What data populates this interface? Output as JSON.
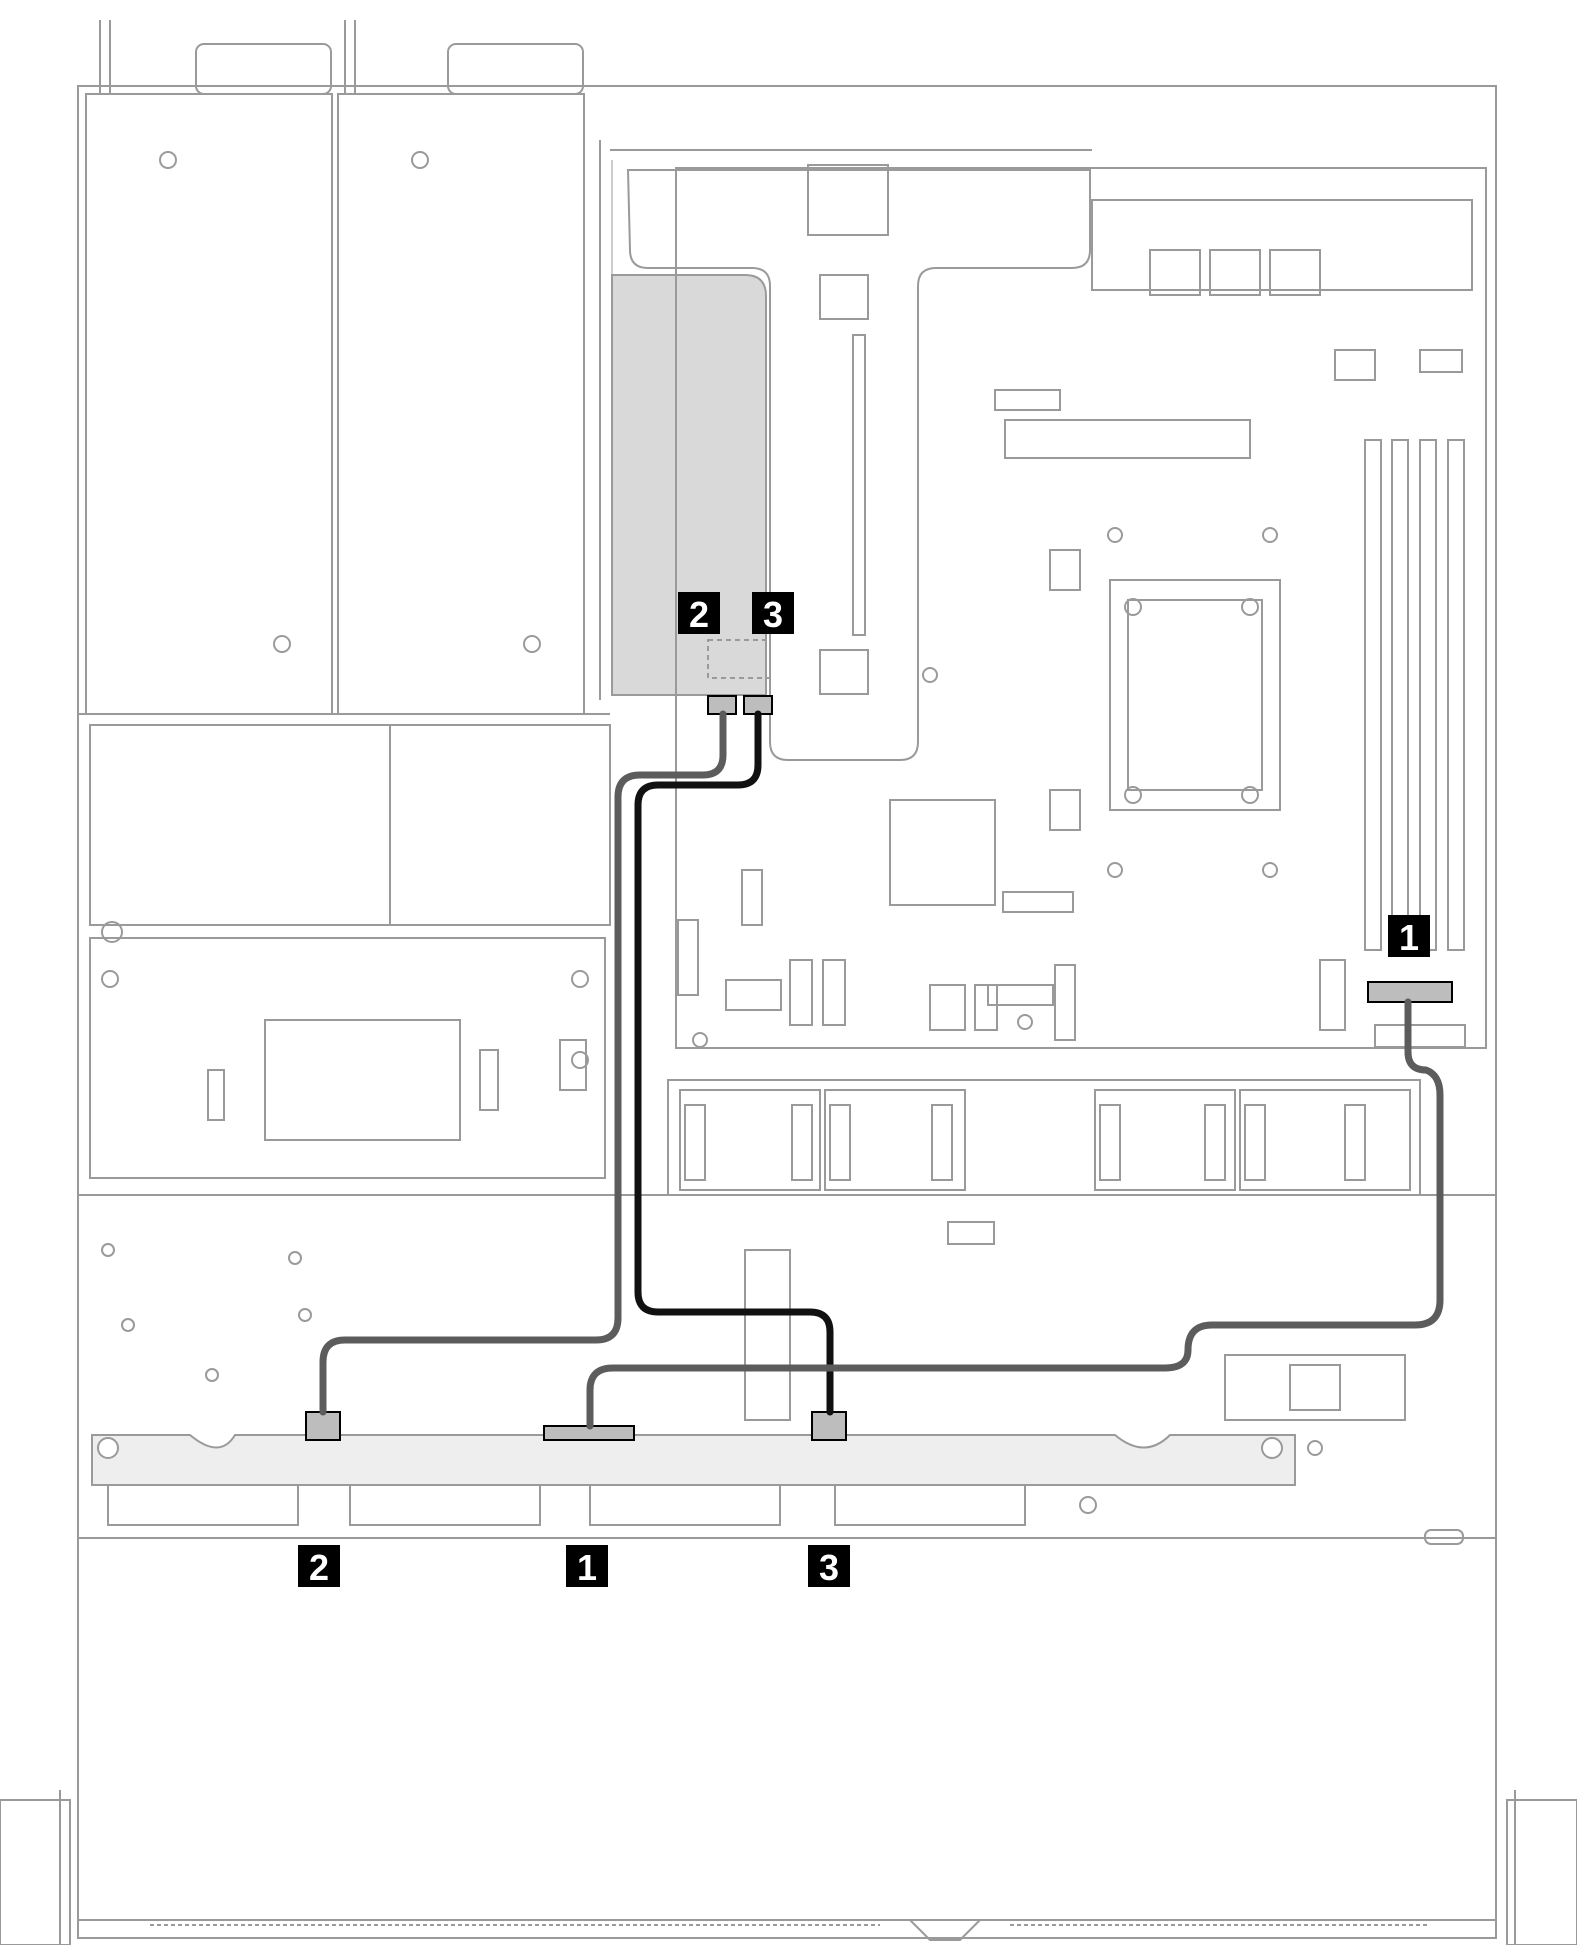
{
  "diagram": {
    "callouts": {
      "riser_2": "2",
      "riser_3": "3",
      "board_1": "1",
      "backplane_2": "2",
      "backplane_1": "1",
      "backplane_3": "3"
    },
    "colors": {
      "outline": "#9a9a9a",
      "cable_black": "#111111",
      "cable_gray": "#5c5c5c",
      "riser_card_fill": "#d9d9d9",
      "backplane_fill": "#eeeeee",
      "callout_fill": "#000000"
    }
  }
}
